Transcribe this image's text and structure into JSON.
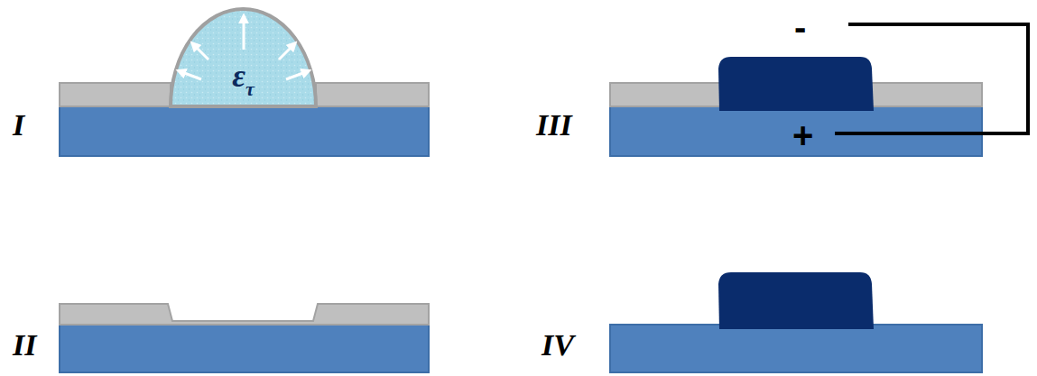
{
  "diagram": {
    "nodes": [
      {
        "text": [
          "ε",
          "τ"
        ]
      }
    ],
    "labels": [
      "I",
      "III",
      "-",
      "+",
      "II",
      "IV"
    ]
  }
}
